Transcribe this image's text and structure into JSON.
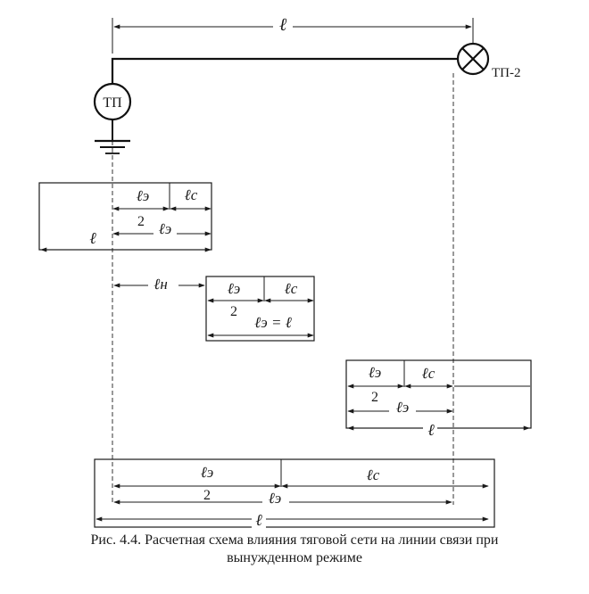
{
  "diagram": {
    "total_length": "ℓ",
    "substation_label": "ТП",
    "substation2_label": "ТП-2",
    "half_equiv_num": "ℓэ",
    "half_equiv_den": "2",
    "equiv_length": "ℓэ",
    "coupling_length": "ℓc",
    "approach_length": "ℓн",
    "equiv_equals_total": "ℓэ = ℓ"
  },
  "caption": {
    "line1": "Рис. 4.4. Расчетная схема влияния тяговой сети на линии связи при",
    "line2": "вынужденном режиме"
  }
}
